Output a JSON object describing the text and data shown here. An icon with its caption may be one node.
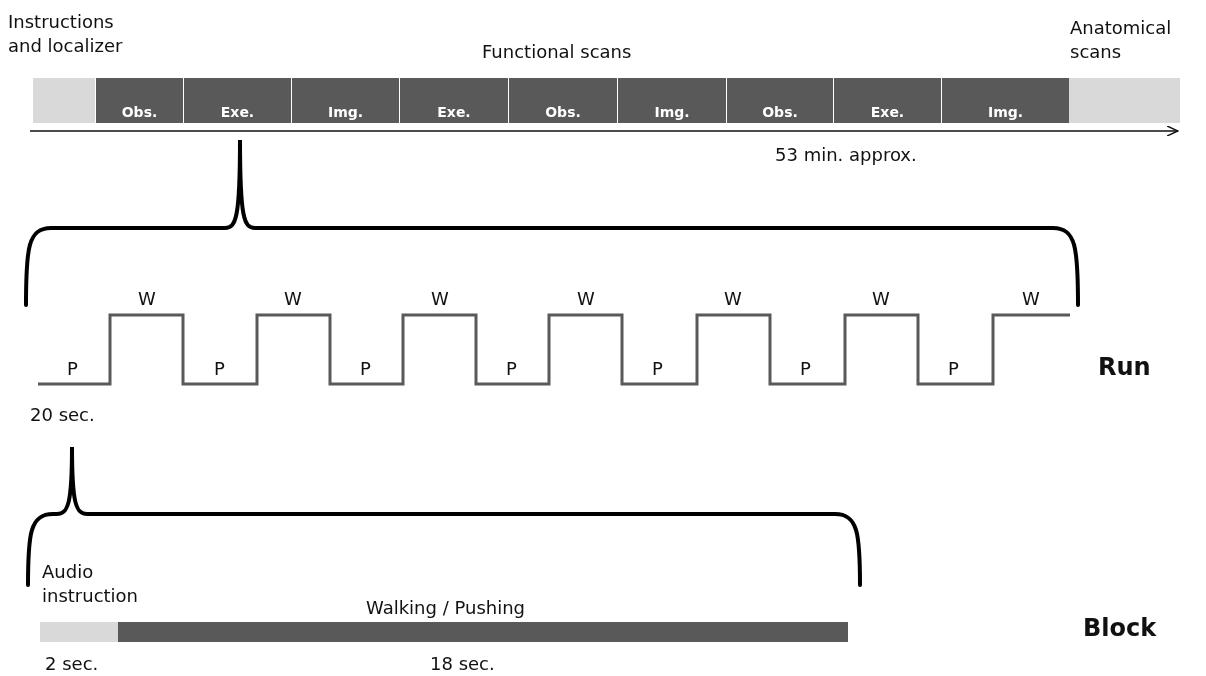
{
  "diagram": {
    "nodes": [
      {
        "text": [
          "Instructions and localizer"
        ]
      },
      {
        "text": [
          "Obs."
        ]
      },
      {
        "text": [
          "Exe."
        ]
      },
      {
        "text": [
          "Img."
        ]
      },
      {
        "text": [
          "Exe."
        ]
      },
      {
        "text": [
          "Obs."
        ]
      },
      {
        "text": [
          "Img."
        ]
      },
      {
        "text": [
          "Obs."
        ]
      },
      {
        "text": [
          "Exe."
        ]
      },
      {
        "text": [
          "Img."
        ]
      },
      {
        "text": [
          "Anatomical scans"
        ]
      },
      {
        "text": [
          "Audio instruction"
        ],
        "beside": [
          "2 sec."
        ]
      },
      {
        "text": [
          "Walking / Pushing"
        ],
        "beside": [
          "18 sec."
        ]
      }
    ],
    "edges": [],
    "labels": [
      "Functional scans",
      "53 min. approx.",
      "W",
      "W",
      "W",
      "W",
      "W",
      "W",
      "W",
      "P",
      "P",
      "P",
      "P",
      "P",
      "P",
      "P",
      "Run",
      "20 sec.",
      "Block"
    ]
  }
}
